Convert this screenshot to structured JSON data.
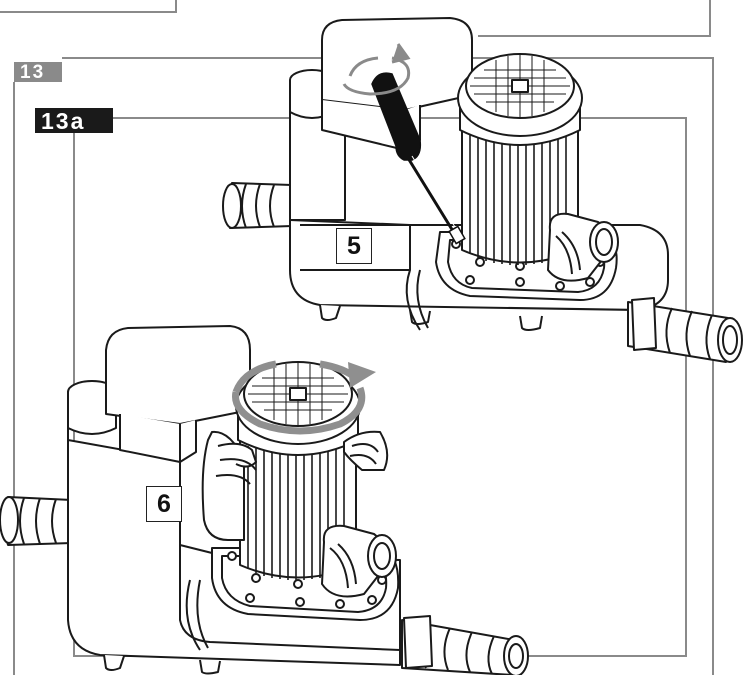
{
  "figure": {
    "tag": "13",
    "subtag": "13a",
    "steps": [
      {
        "number": "5"
      },
      {
        "number": "6"
      }
    ]
  },
  "colors": {
    "frame_outer": "#8a8a8a",
    "frame_inner": "#8a8a8a",
    "tag_gray": "#8a8a8a",
    "tag_black": "#1a1a1a",
    "rotation_arrow": "#8f8f8f",
    "line": "#1a1a1a"
  },
  "icons": [
    "screwdriver-icon",
    "rotate-arrow-icon",
    "hand-icon",
    "pump-unit-icon"
  ]
}
